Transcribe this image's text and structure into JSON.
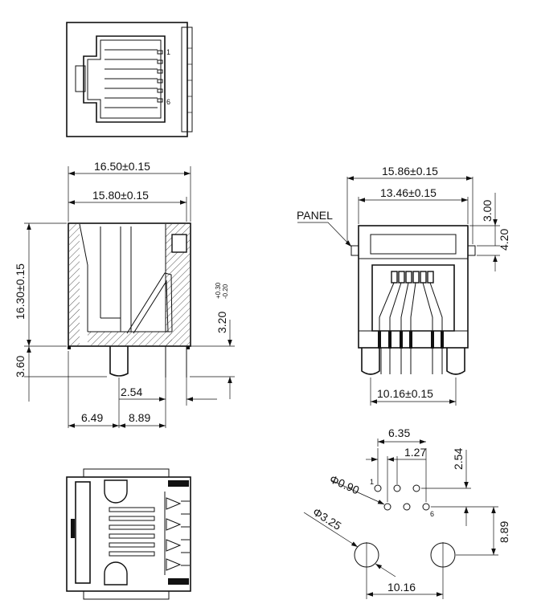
{
  "top_view": {
    "pin_first": "1",
    "pin_last": "6"
  },
  "side_view": {
    "width_outer": "16.50±0.15",
    "width_inner": "15.80±0.15",
    "height": "16.30±0.15",
    "height_tol_base": "3.20",
    "height_tol_plus": "+0.30",
    "height_tol_minus": "-0.20",
    "pin_length": "3.60",
    "post_offset": "2.54",
    "front_to_post": "6.49",
    "post_to_pin": "8.89"
  },
  "front_view": {
    "width_outer": "15.86±0.15",
    "width_inner": "13.46±0.15",
    "panel_label": "PANEL",
    "panel_top": "3.00",
    "panel_gap": "4.20",
    "post_spacing": "10.16±0.15"
  },
  "footprint": {
    "pin_span": "6.35",
    "pin_pitch": "1.27",
    "row_offset": "2.54",
    "pin_hole_dia": "Φ0.90",
    "post_hole_dia": "Φ3.25",
    "rows_to_posts": "8.89",
    "post_spacing": "10.16",
    "pin_first": "1",
    "pin_last": "6"
  }
}
